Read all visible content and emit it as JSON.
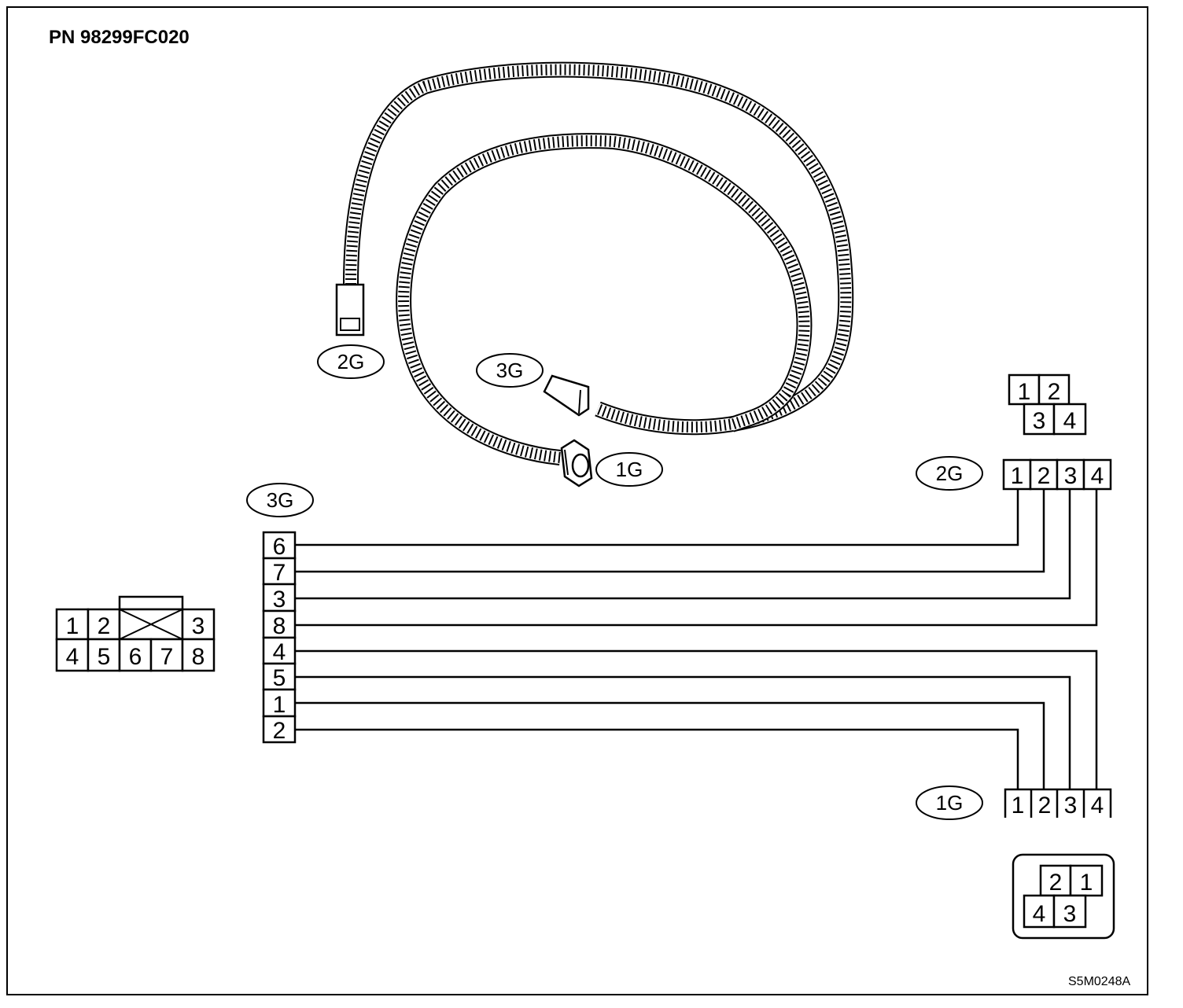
{
  "title": "PN 98299FC020",
  "figure_code": "S5M0248A",
  "colors": {
    "ink": "#000000",
    "paper": "#ffffff"
  },
  "harness_labels": {
    "c2g": "2G",
    "c3g": "3G",
    "c1g": "1G"
  },
  "diagram_labels": {
    "c3g": "3G",
    "c2g": "2G",
    "c1g": "1G"
  },
  "connector_3g": {
    "pins": [
      "6",
      "7",
      "3",
      "8",
      "4",
      "5",
      "1",
      "2"
    ]
  },
  "connector_2g": {
    "pins": [
      "1",
      "2",
      "3",
      "4"
    ]
  },
  "connector_1g": {
    "pins": [
      "1",
      "2",
      "3",
      "4"
    ]
  },
  "face_3g": {
    "top": [
      "1",
      "2",
      "3"
    ],
    "bottom": [
      "4",
      "5",
      "6",
      "7",
      "8"
    ]
  },
  "face_2g": {
    "top": [
      "1",
      "2"
    ],
    "bottom": [
      "3",
      "4"
    ]
  },
  "face_1g": {
    "top": [
      "2",
      "1"
    ],
    "bottom": [
      "4",
      "3"
    ]
  }
}
